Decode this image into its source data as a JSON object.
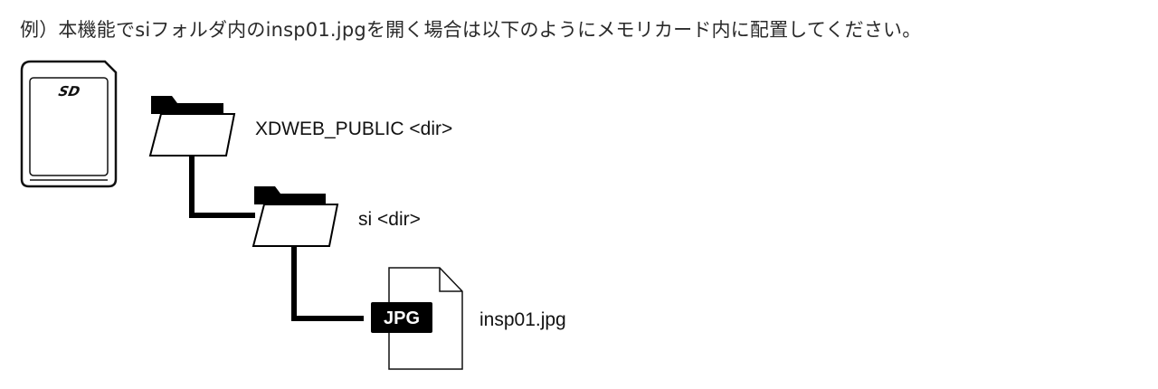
{
  "caption": "例）本機能でsiフォルダ内のinsp01.jpgを開く場合は以下のようにメモリカード内に配置してください。",
  "sd_card": {
    "logo_text": "SD"
  },
  "tree": {
    "root_folder": {
      "name": "XDWEB_PUBLIC <dir>"
    },
    "sub_folder": {
      "name": "si <dir>"
    },
    "file": {
      "name": "insp01.jpg",
      "badge": "JPG"
    }
  }
}
